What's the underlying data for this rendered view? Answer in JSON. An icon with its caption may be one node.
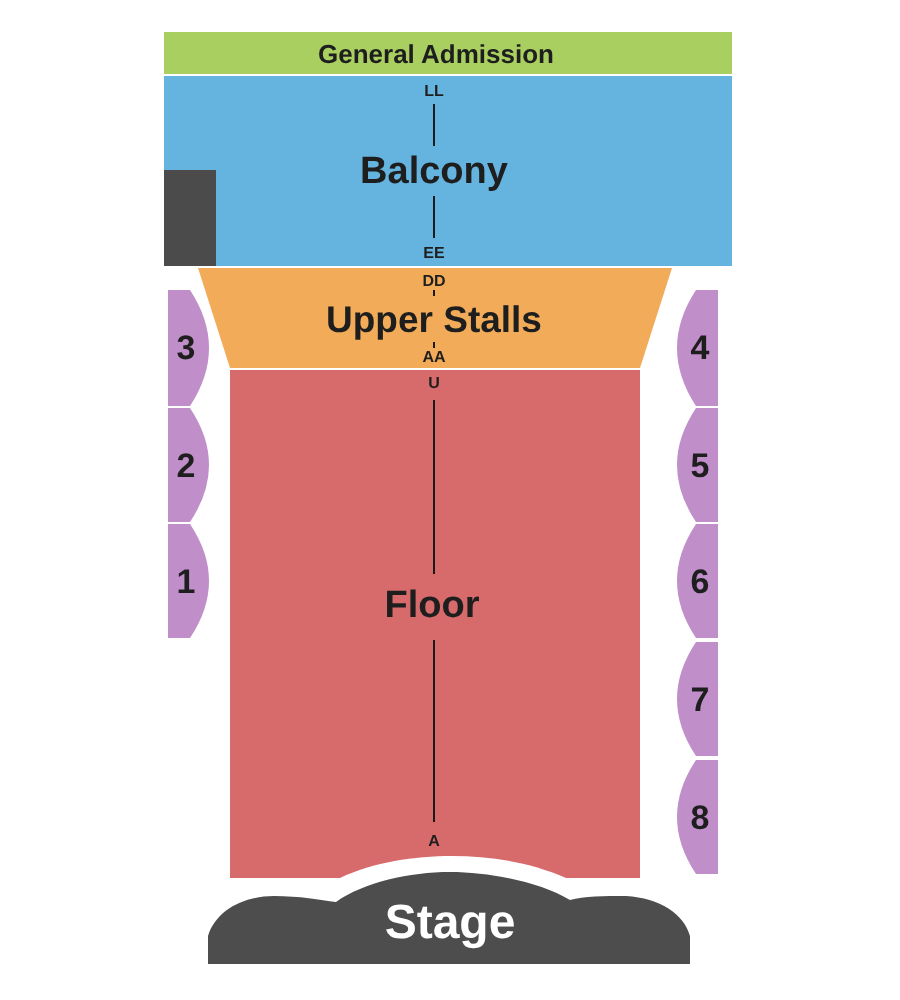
{
  "diagram": {
    "nodes": [
      {
        "text": [
          "General Admission"
        ]
      },
      {
        "text": [
          "LL",
          "Balcony",
          "EE"
        ]
      },
      {
        "text": [],
        "shape": "box",
        "in": 1
      },
      {
        "text": [
          "DD",
          "Upper Stalls",
          "AA"
        ]
      },
      {
        "text": [
          "U",
          "Floor",
          "A"
        ]
      },
      {
        "text": [
          "3"
        ]
      },
      {
        "text": [
          "2"
        ]
      },
      {
        "text": [
          "1"
        ]
      },
      {
        "text": [
          "4"
        ]
      },
      {
        "text": [
          "5"
        ]
      },
      {
        "text": [
          "6"
        ]
      },
      {
        "text": [
          "7"
        ]
      },
      {
        "text": [
          "8"
        ]
      },
      {
        "text": [
          "Stage"
        ]
      }
    ]
  }
}
